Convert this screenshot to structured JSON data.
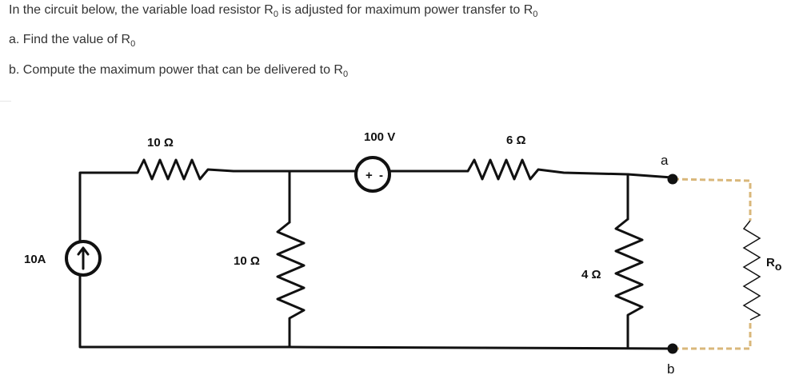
{
  "problem": {
    "intro_pre": "In the circuit below, the variable load resistor R",
    "intro_mid": " is adjusted for maximum power transfer to R",
    "part_a_pre": "a. Find the value of R",
    "part_b_pre": "b. Compute the maximum power that can be delivered to R",
    "sub": "0"
  },
  "circuit": {
    "r1_label": "10 Ω",
    "r2_label": "10 Ω",
    "vsrc_label": "100 V",
    "vsrc_plus": "+",
    "vsrc_minus": "-",
    "r3_label": "6 Ω",
    "r4_label": "4 Ω",
    "isrc_label": "10A",
    "load_label": "R",
    "load_sub": "o",
    "terminal_a": "a",
    "terminal_b": "b"
  },
  "colors": {
    "wire": "#111111",
    "load_dashed": "#d9b77a",
    "text": "#333333"
  }
}
